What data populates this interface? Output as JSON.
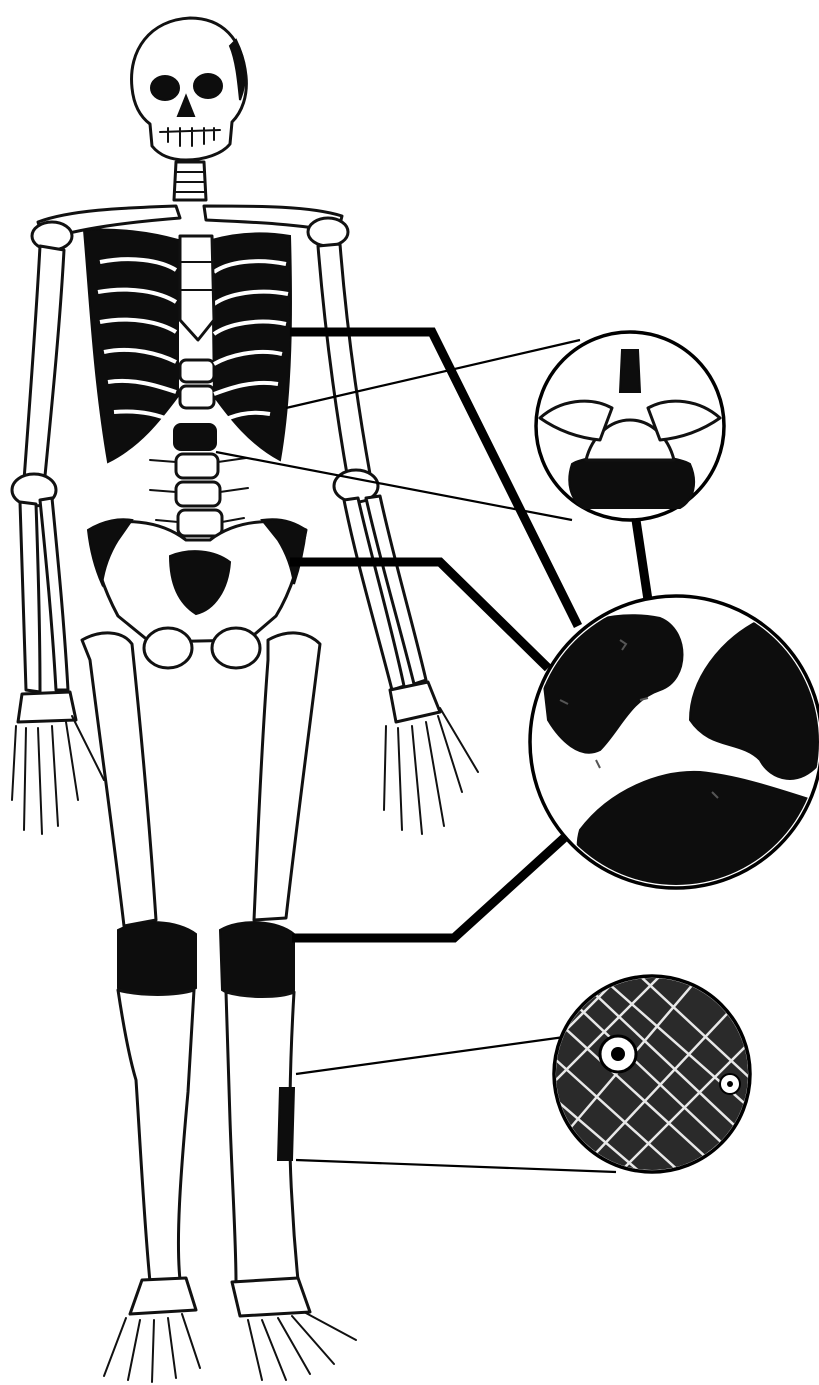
{
  "figure": {
    "subject": "skeleton-with-affected-sites",
    "colors": {
      "ink": "#0d0d0d",
      "paper": "#ffffff"
    },
    "magnified_views": [
      {
        "name": "vertebra-cross-section"
      },
      {
        "name": "bone-tissue-close-up"
      },
      {
        "name": "bone-micrograph"
      }
    ]
  }
}
